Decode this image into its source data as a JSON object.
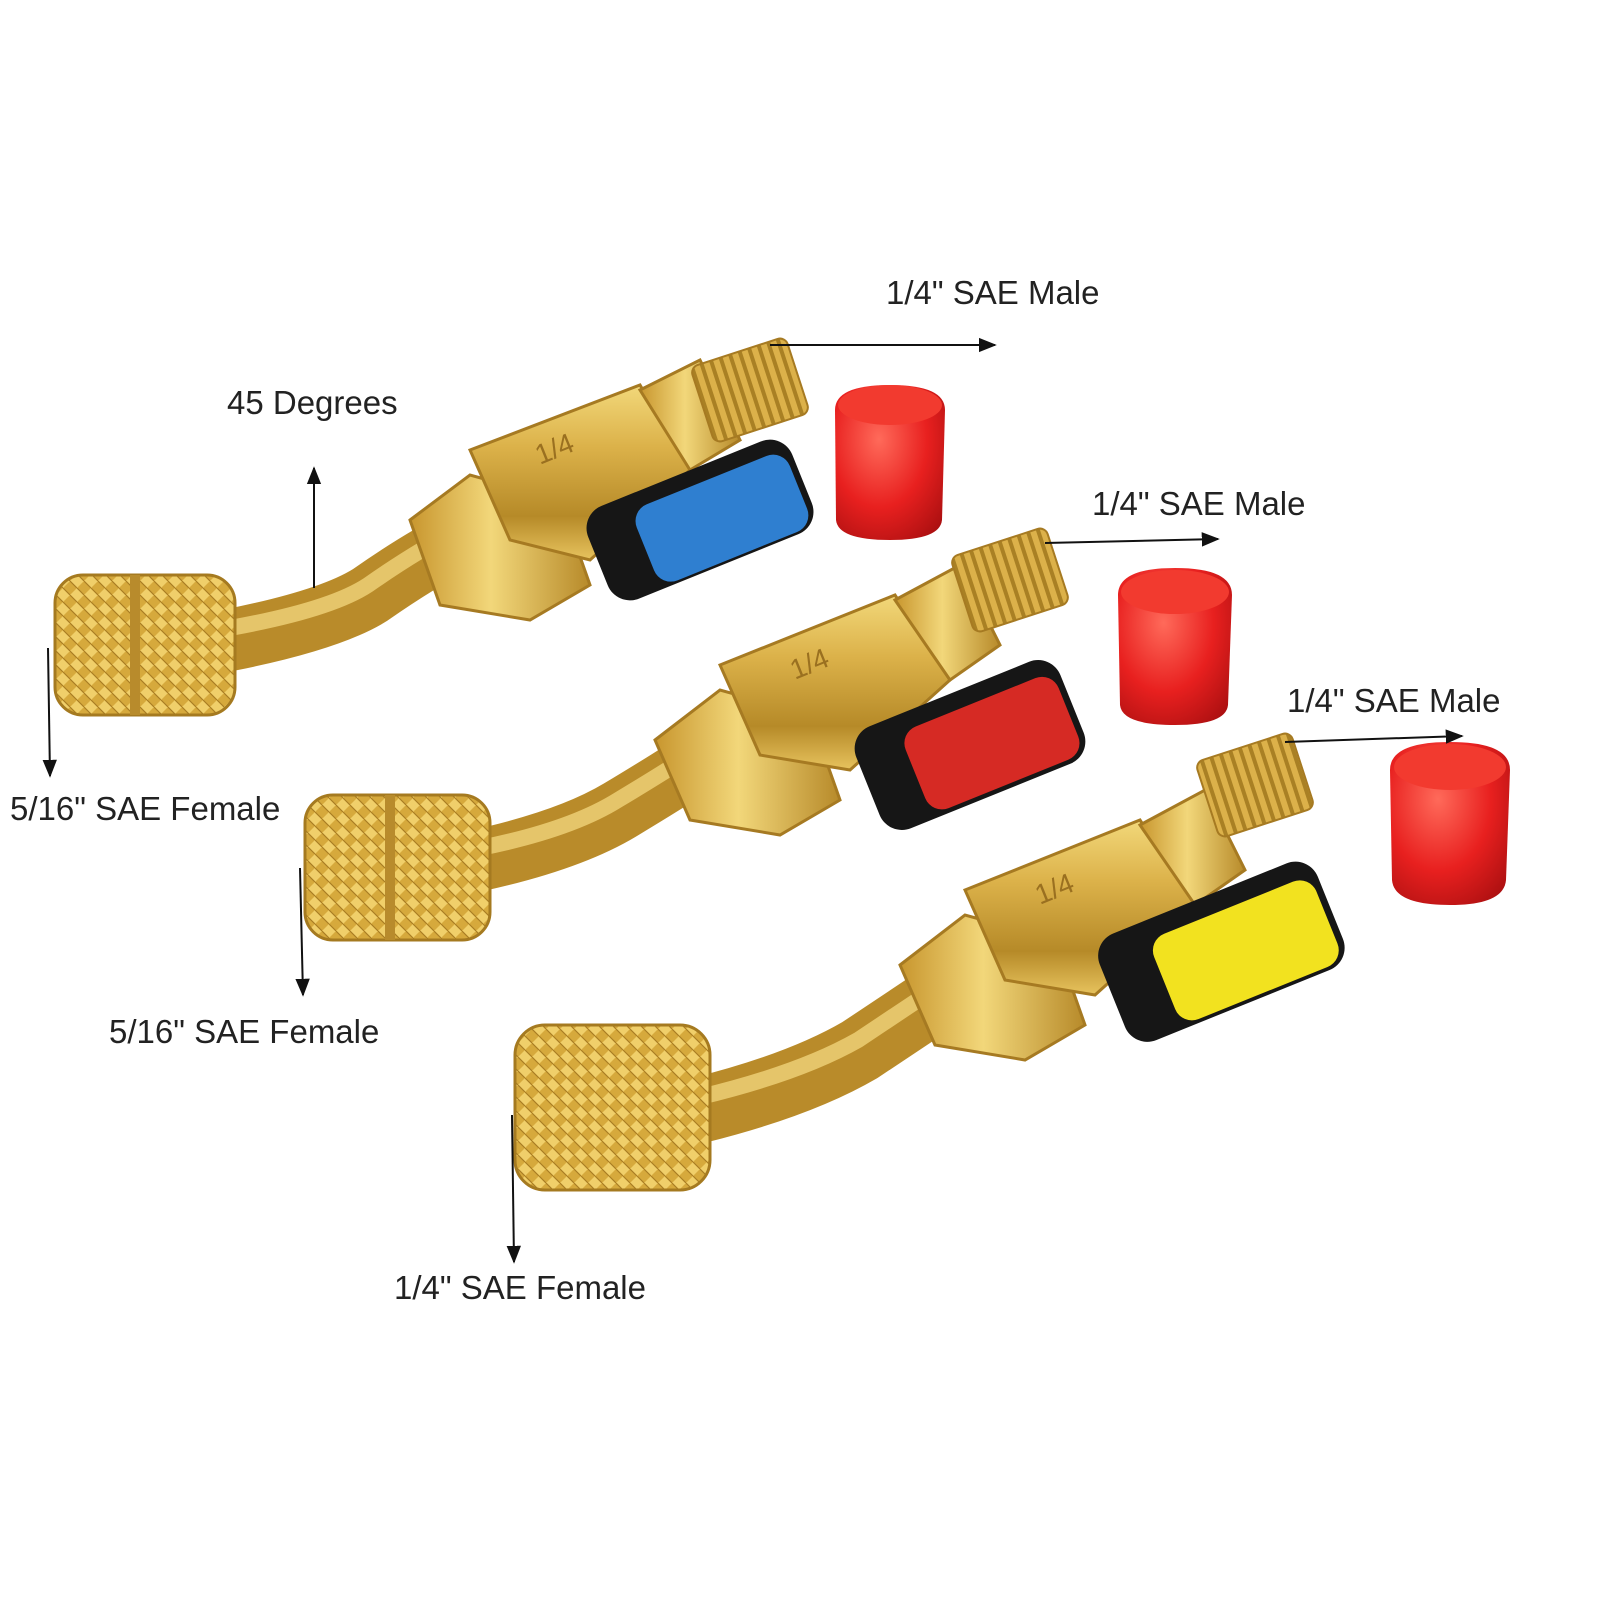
{
  "labels": {
    "male_top": "1/4\" SAE Male",
    "male_mid": "1/4\" SAE Male",
    "male_bottom": "1/4\" SAE Male",
    "angle": "45 Degrees",
    "female_top": "5/16\" SAE Female",
    "female_mid": "5/16\" SAE Female",
    "female_bottom": "1/4\" SAE Female"
  },
  "valve_stamp": "1/4",
  "handle_colors": {
    "top": "#2f7fd0",
    "middle": "#d62a24",
    "bottom": "#f2e21f"
  },
  "cap_color": "#e8201f",
  "brass_color": "#d9b24a",
  "icons": [
    "valve-handle-icon",
    "dust-cap-icon",
    "arrow-icon"
  ]
}
